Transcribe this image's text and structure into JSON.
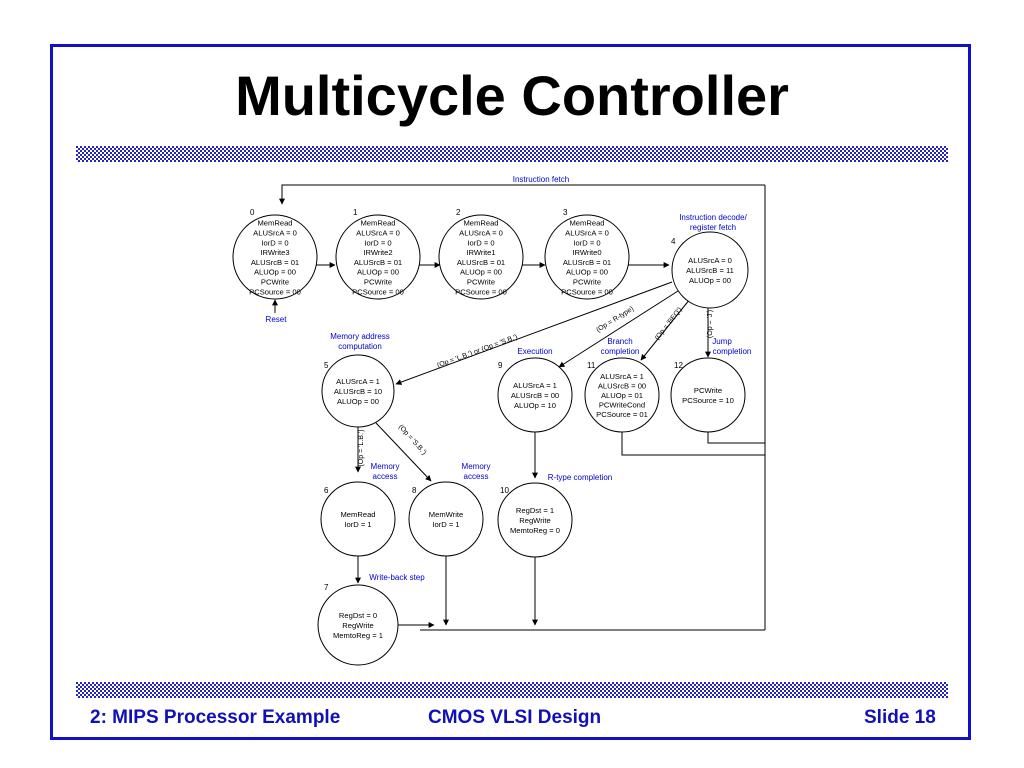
{
  "slide": {
    "title": "Multicycle Controller",
    "footer_left": "2: MIPS Processor Example",
    "footer_center": "CMOS VLSI Design",
    "footer_right": "Slide 18"
  },
  "colors": {
    "accent": "#1010c8",
    "annotation": "#0000cc",
    "text": "#000000"
  },
  "diagram": {
    "states": [
      {
        "id": "0",
        "lines": [
          "MemRead",
          "ALUSrcA = 0",
          "IorD = 0",
          "IRWrite3",
          "ALUSrcB = 01",
          "ALUOp = 00",
          "PCWrite",
          "PCSource = 00"
        ]
      },
      {
        "id": "1",
        "lines": [
          "MemRead",
          "ALUSrcA = 0",
          "IorD = 0",
          "IRWrite2",
          "ALUSrcB = 01",
          "ALUOp = 00",
          "PCWrite",
          "PCSource = 00"
        ]
      },
      {
        "id": "2",
        "lines": [
          "MemRead",
          "ALUSrcA = 0",
          "IorD = 0",
          "IRWrite1",
          "ALUSrcB = 01",
          "ALUOp = 00",
          "PCWrite",
          "PCSource = 00"
        ]
      },
      {
        "id": "3",
        "lines": [
          "MemRead",
          "ALUSrcA = 0",
          "IorD = 0",
          "IRWrite0",
          "ALUSrcB = 01",
          "ALUOp = 00",
          "PCWrite",
          "PCSource = 00"
        ]
      },
      {
        "id": "4",
        "lines": [
          "ALUSrcA = 0",
          "ALUSrcB = 11",
          "ALUOp = 00"
        ]
      },
      {
        "id": "5",
        "lines": [
          "ALUSrcA = 1",
          "ALUSrcB = 10",
          "ALUOp = 00"
        ]
      },
      {
        "id": "9",
        "lines": [
          "ALUSrcA = 1",
          "ALUSrcB = 00",
          "ALUOp = 10"
        ]
      },
      {
        "id": "11",
        "lines": [
          "ALUSrcA = 1",
          "ALUSrcB = 00",
          "ALUOp = 01",
          "PCWriteCond",
          "PCSource = 01"
        ]
      },
      {
        "id": "12",
        "lines": [
          "PCWrite",
          "PCSource = 10"
        ]
      },
      {
        "id": "6",
        "lines": [
          "MemRead",
          "IorD = 1"
        ]
      },
      {
        "id": "8",
        "lines": [
          "MemWrite",
          "IorD = 1"
        ]
      },
      {
        "id": "10",
        "lines": [
          "RegDst = 1",
          "RegWrite",
          "MemtoReg = 0"
        ]
      },
      {
        "id": "7",
        "lines": [
          "RegDst = 0",
          "RegWrite",
          "MemtoReg = 1"
        ]
      }
    ],
    "annotations": {
      "instruction_fetch": "Instruction fetch",
      "decode": [
        "Instruction decode/",
        "register fetch"
      ],
      "reset": "Reset",
      "mem_addr": [
        "Memory address",
        "computation"
      ],
      "execution": "Execution",
      "branch": [
        "Branch",
        "completion"
      ],
      "jump": [
        "Jump",
        "completion"
      ],
      "mem_access_6": [
        "Memory",
        "access"
      ],
      "mem_access_8": [
        "Memory",
        "access"
      ],
      "rtype_completion": "R-type completion",
      "write_back": "Write-back step"
    },
    "conditions": {
      "lb_sb": "(Op = 'L.B.') or (Op = 'S.B.')",
      "rtype": "(Op = R-type)",
      "beq": "(Op = 'BEQ')",
      "j": "(Op = 'J')",
      "lb": "(Op = 'L.B.')",
      "sb": "(Op = 'S.B.')"
    }
  }
}
